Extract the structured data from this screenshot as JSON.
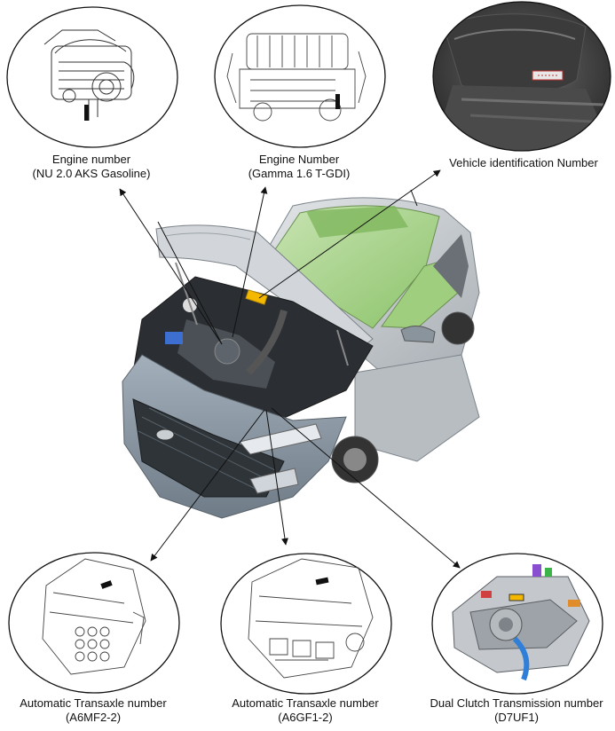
{
  "labels": {
    "engine_nu": {
      "line1": "Engine number",
      "line2": "(NU 2.0 AKS Gasoline)"
    },
    "engine_gamma": {
      "line1": "Engine Number",
      "line2": "(Gamma 1.6 T-GDI)"
    },
    "vin": {
      "line1": "Vehicle identification Number"
    },
    "transaxle_a6mf2": {
      "line1": "Automatic Transaxle number",
      "line2": "(A6MF2-2)"
    },
    "transaxle_a6gf1": {
      "line1": "Automatic Transaxle number",
      "line2": "(A6GF1-2)"
    },
    "dct_d7uf1": {
      "line1": "Dual Clutch Transmission number",
      "line2": "(D7UF1)"
    }
  },
  "colors": {
    "car_body": "#c8ccd0",
    "car_roof_glass": "#9fcf7e",
    "car_front": "#8d9aa6",
    "engine_bay": "#2b2f33",
    "vin_plate": "#f5b800",
    "dct_accent_blue": "#2f7fd8",
    "dct_accent_purple": "#8a4fd0",
    "line_color": "#111111"
  },
  "icons": {
    "engine_nu": "engine-line-drawing-icon",
    "engine_gamma": "engine-line-drawing-icon",
    "vin_location": "seat-floor-photo-icon",
    "transaxle_a6mf2": "transaxle-line-drawing-icon",
    "transaxle_a6gf1": "transaxle-line-drawing-icon",
    "dct_d7uf1": "dct-color-render-icon",
    "vehicle": "suv-hood-open-icon"
  }
}
